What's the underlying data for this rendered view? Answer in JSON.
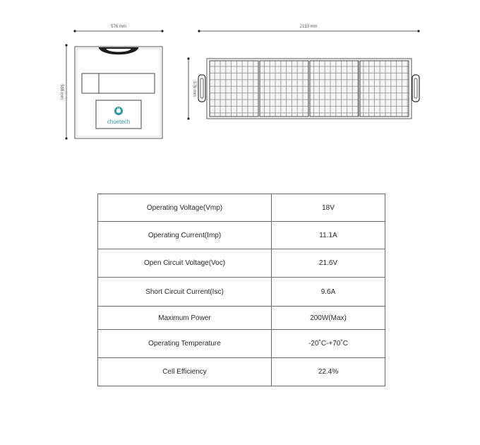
{
  "dimensions": {
    "folded_width": "576 mm",
    "folded_height": "588 mm",
    "unfolded_length": "2133 mm",
    "unfolded_height": "576 mm"
  },
  "brand": {
    "name": "choetech",
    "color": "#2f9aa0"
  },
  "specs": [
    {
      "label": "Operating Voltage(Vmp)",
      "value": "18V"
    },
    {
      "label": "Operating Current(Imp)",
      "value": "11.1A"
    },
    {
      "label": "Open Circuit Voltage(Voc)",
      "value": "21.6V"
    },
    {
      "label": "Short Circuit Current(Isc)",
      "value": "9.6A"
    },
    {
      "label": "Maximum Power",
      "value": "200W(Max)"
    },
    {
      "label": "Operating Temperature",
      "value": "-20˚C-+70˚C"
    },
    {
      "label": "Cell Efficiency",
      "value": "22.4%"
    }
  ]
}
